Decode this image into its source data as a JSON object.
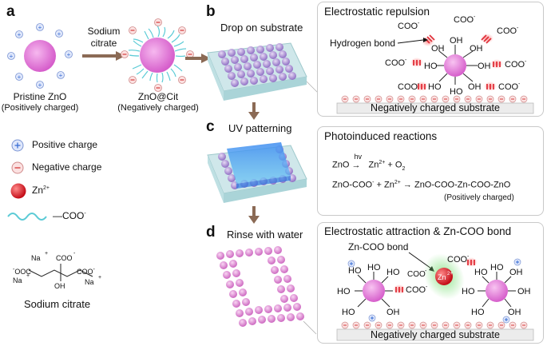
{
  "panel_a": {
    "letter": "a",
    "sodium_citrate_arrow": "Sodium\ncitrate",
    "sodium_line1": "Sodium",
    "sodium_line2": "citrate",
    "pristine_label": "Pristine ZnO",
    "pristine_sub": "(Positively charged)",
    "cit_label": "ZnO@Cit",
    "cit_sub": "(Negatively charged)"
  },
  "legend": {
    "positive_charge": "Positive charge",
    "negative_charge": "Negative charge",
    "zn_ion": "Zn",
    "zn_sup": "2+",
    "coo_label": "—COO",
    "coo_sup": "-"
  },
  "citrate": {
    "na1": "Na",
    "na2": "Na",
    "na3": "Na",
    "coo_top": "COO",
    "ooc_left": "OOC",
    "coo_right": "COO",
    "oh": "OH",
    "caption": "Sodium citrate"
  },
  "panel_b": {
    "letter": "b",
    "step_label": "Drop on substrate",
    "box_title": "Electrostatic repulsion",
    "hydrogen_bond": "Hydrogen bond",
    "substrate": "Negatively charged substrate"
  },
  "panel_c": {
    "letter": "c",
    "step_label": "UV patterning",
    "box_title": "Photoinduced reactions",
    "hv": "hv",
    "eq1_left": "ZnO",
    "eq1_right": "Zn",
    "eq1_o2": "+ O",
    "eq2": "ZnO-COO",
    "eq2_plus": "+ Zn",
    "eq2_right": "ZnO-COO-Zn-COO-ZnO",
    "eq2_note": "(Positively charged)"
  },
  "panel_d": {
    "letter": "d",
    "step_label": "Rinse with water",
    "box_title": "Electrostatic attraction & Zn-COO bond",
    "bond_label": "Zn-COO bond",
    "substrate": "Negatively charged substrate"
  },
  "colors": {
    "particle": "#e77cd9",
    "particle_dark": "#b94bb0",
    "ligand": "#5ccbd6",
    "negative": "#d43a3a",
    "positive": "#3a6fd4",
    "arrow": "#8b6a55",
    "hbond": "#e0303a",
    "zn": "#d8202a",
    "glow": "#7ee07a"
  }
}
